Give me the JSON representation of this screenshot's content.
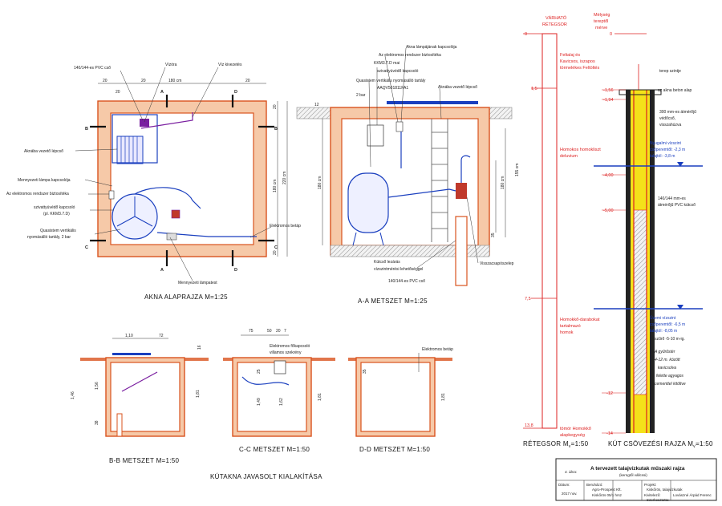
{
  "plan": {
    "title": "AKNA ALAPRAJZA M=1:25",
    "labels": {
      "pvc": "140/144-es PVC cső",
      "vizora": "Vízóra",
      "kivezetes": "Víz kivezetés",
      "vezeto": "Aknába vezető lépcső",
      "lampa": "Mennyezeti lámpa kapcsolója",
      "biztositek": "Az elektromos rendszer biztosítéka",
      "kapcsolo1": "szivattyúvédő kapcsoló",
      "kapcsolo2": "(pl. KKM3.7.D)",
      "tartaly1": "Quasistem vertikális",
      "tartaly2": "nyomásálló tartály, 2 bar",
      "betap": "Elektromos betáp",
      "lampatest": "Mennyezeti lámpatest"
    },
    "dims": {
      "d20a": "20",
      "d20b": "20",
      "d20c": "20",
      "d20d": "20",
      "d180": "180 cm",
      "d220": "220 cm",
      "d180v": "180 cm",
      "d20v1": "20",
      "d20v2": "20"
    },
    "cuts": {
      "a": "A",
      "b": "B",
      "c": "C",
      "d": "D"
    }
  },
  "section_aa": {
    "title": "A-A METSZET M=1:25",
    "labels": {
      "lampakapcs": "Akna lámpájának kapcsolója",
      "biztositek": "Az elektromos rendszer biztosítéka",
      "kkm1": "KKM3.7.D mai",
      "kkm2": "szivattyúvédő kapcsoló",
      "tartaly1": "Quasistem vertikális nyomásálló tartály",
      "tartaly2": "AAQV501811FA1",
      "tartaly3": "2 bar",
      "vezeto": "Aknába vezető lépcső",
      "kutcso1": "Kútcső lezárás",
      "kutcso2": "vízszintmérési lehetőséggel",
      "pvc": "140/144-es PVC cső",
      "visszacsapo": "Visszacsapószelep"
    },
    "dims": {
      "d12": "12",
      "d180": "180 cm",
      "d155": "155 cm",
      "d180r": "180 cm",
      "d35": "35"
    }
  },
  "section_bb": {
    "title": "B-B METSZET M=1:50",
    "dims": {
      "d110": "1,10",
      "d72": "72",
      "d16": "16",
      "d156": "1,56",
      "d146": "1,46",
      "d181": "1,81",
      "d38": "38"
    }
  },
  "section_cc": {
    "title": "C-C METSZET M=1:50",
    "labels": {
      "fokapcs": "Elektromos főkapcsoló",
      "szekreny": "villamos szekrény"
    },
    "dims": {
      "d75a": "75",
      "d50": "50",
      "d20": "20",
      "d7": "7",
      "d25": "25",
      "d149": "1,49",
      "d162": "1,62",
      "d181": "1,81"
    }
  },
  "section_dd": {
    "title": "D-D METSZET M=1:50",
    "labels": {
      "betap": "Elektromos betáp"
    },
    "dims": {
      "d35": "35",
      "d181": "1,81"
    }
  },
  "kutakna_title": "KÚTAKNA JAVASOLT KIALAKÍTÁSA",
  "retegsor": {
    "header1": "VÁRHATÓ",
    "header2": "RÉTEGSOR",
    "depth_header1": "Mélység",
    "depth_header2": "tereptől",
    "depth_header3": "mérve",
    "levels": {
      "l0": "0",
      "l15": "1,5",
      "l75": "7,5",
      "l138": "13,8"
    },
    "layers": {
      "a1": "Feltalaj és",
      "a2": "Kavicsos, iszapos",
      "a3": "törmelékes Feltöltés",
      "b1": "Homokos homokliszt",
      "b2": "deluvium",
      "c1": "Homokkő-darabokat",
      "c2": "tartalmazó",
      "c3": "homok",
      "d1": "tömör Homokkő",
      "d2": "alapkegység"
    },
    "title": "RÉTEGSOR M",
    "title_sub": "v",
    "title_scale": "=1:50"
  },
  "kut": {
    "depths": {
      "k0": "0",
      "k156": "-1,56",
      "k194": "-1,94",
      "k400": "-4,00",
      "k500": "-5,00",
      "k12": "-12",
      "k14": "-14"
    },
    "labels": {
      "terep": "terep szintje",
      "beton": "az akna beton alap",
      "vedocso1": "300 mm-es átmérőjű",
      "vedocso2": "védőcső,",
      "vedocso3": "visszahúzva",
      "nyug1": "Nyugalmi vízszint",
      "nyug2": "csőperemtől: -2,3 m",
      "nyug3": "talajtól: -3,8 m",
      "pvc1": "140/144 mm-es",
      "pvc2": "átmérőjű PVC kútcső",
      "uzemi1": "Üzemi vízszint",
      "uzemi2": "csőperemtől: -6,5 m",
      "uzemi3": "talajtól: -8,05 m",
      "szuro": "szűrő -5-10 m-ig.",
      "gyur1": "A gyűrűstér",
      "gyur2": "4-12 m. között",
      "gyur3": "kavicsolva",
      "gyur4": "felette agyagos",
      "gyur5": "cementtel kitöltve"
    },
    "title": "KÚT CSÖVEZÉSI RAJZA M",
    "title_sub": "v",
    "title_scale": "=1:50"
  },
  "titleblock": {
    "num": "4. ábra:",
    "title": "A tervezett talajvízkutak műszaki rajza",
    "subtitle": "(kerngtől vállcssi)",
    "c1h": "Dátum:",
    "c1v": "2017 nov.",
    "c2h": "Beruházó:",
    "c2v1": "Agro-Prospekt Kft.",
    "c2v2": "Kiskőrös 05/1 hrsz",
    "c3h": "Projekt:",
    "c3v": "Kiskőrös, talajvízkutak",
    "c4h": "Kivitelező:",
    "c4v": "Szerkesztette:",
    "c5v": "Lovászné Árpád Ferenc"
  },
  "colors": {
    "wall": "#d9531e",
    "water": "#1a3fbf",
    "pipe": "#7a1fa0",
    "gravel": "#f4e21a",
    "label_red": "#d22222"
  }
}
